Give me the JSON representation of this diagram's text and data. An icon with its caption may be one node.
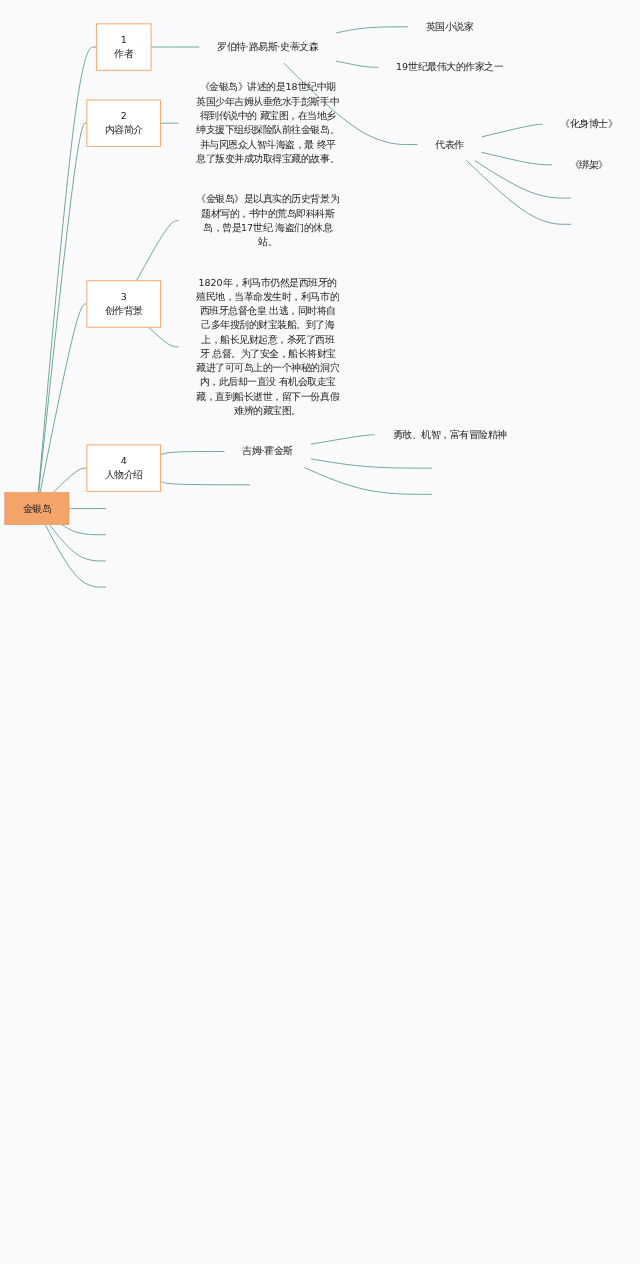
{
  "diagram": {
    "nodes": [
      {
        "text": [
          "金银岛"
        ]
      },
      {
        "text": [
          "1",
          "作者"
        ]
      },
      {
        "text": [
          "罗伯特·路易斯·史蒂文森"
        ]
      },
      {
        "text": [
          "英国小说家"
        ]
      },
      {
        "text": [
          "19世纪最伟大的作家之一"
        ]
      },
      {
        "text": [
          "代表作"
        ]
      },
      {
        "text": [
          "《化身博士》"
        ]
      },
      {
        "text": [
          "《绑架》"
        ]
      },
      {
        "text": [
          "2",
          "内容简介"
        ]
      },
      {
        "text": [
          "《金银岛》讲述的是18世纪中期英国少年吉姆从垂危水手彭斯手中得到传说中的 藏宝图，在当地乡绅支援下组织探险队前往金银岛。并与冈恩众人智斗海盗，最 终平息了叛变并成功取得宝藏的故事。"
        ]
      },
      {
        "text": [
          "3",
          "创作背景"
        ]
      },
      {
        "text": [
          "《金银岛》是以真实的历史背景为题材写的，书中的荒岛即科科斯岛，曾是17世纪 海盗们的休息站。"
        ]
      },
      {
        "text": [
          "1820年，利马市仍然是西班牙的殖民地，当革命发生时，利马市的西班牙总督仓皇 出逃，同时将自己多年搜刮的财宝装船。到了海上，船长见财起意，杀死了西班牙 总督。为了安全，船长将财宝藏进了可可岛上的一个神秘的洞穴内，此后却一直没 有机会取走宝藏，直到船长逝世，留下一份真假难辨的藏宝图。"
        ]
      },
      {
        "text": [
          "4",
          "人物介绍"
        ]
      },
      {
        "text": [
          "吉姆·霍金斯"
        ]
      },
      {
        "text": [
          "勇敢、机智，富有冒险精神"
        ]
      }
    ],
    "edges": [
      {
        "from": 0,
        "to": 1,
        "arrow": "none"
      },
      {
        "from": 1,
        "to": 2,
        "arrow": "none"
      },
      {
        "from": 2,
        "to": 3,
        "arrow": "none"
      },
      {
        "from": 2,
        "to": 4,
        "arrow": "none"
      },
      {
        "from": 2,
        "to": 5,
        "arrow": "none"
      },
      {
        "from": 5,
        "to": 6,
        "arrow": "none"
      },
      {
        "from": 5,
        "to": 7,
        "arrow": "none"
      },
      {
        "from": 5,
        "to": null,
        "arrow": "none"
      },
      {
        "from": 5,
        "to": null,
        "arrow": "none"
      },
      {
        "from": 0,
        "to": 8,
        "arrow": "none"
      },
      {
        "from": 8,
        "to": 9,
        "arrow": "none"
      },
      {
        "from": 0,
        "to": 10,
        "arrow": "none"
      },
      {
        "from": 10,
        "to": 11,
        "arrow": "none"
      },
      {
        "from": 10,
        "to": 12,
        "arrow": "none"
      },
      {
        "from": 0,
        "to": 13,
        "arrow": "none"
      },
      {
        "from": 13,
        "to": 14,
        "arrow": "none"
      },
      {
        "from": 14,
        "to": 15,
        "arrow": "none"
      },
      {
        "from": 14,
        "to": null,
        "arrow": "none"
      },
      {
        "from": 14,
        "to": null,
        "arrow": "none"
      },
      {
        "from": 13,
        "to": null,
        "arrow": "none"
      },
      {
        "from": 0,
        "to": null,
        "arrow": "none"
      },
      {
        "from": 0,
        "to": null,
        "arrow": "none"
      },
      {
        "from": 0,
        "to": null,
        "arrow": "none"
      },
      {
        "from": 0,
        "to": null,
        "arrow": "none"
      }
    ]
  }
}
